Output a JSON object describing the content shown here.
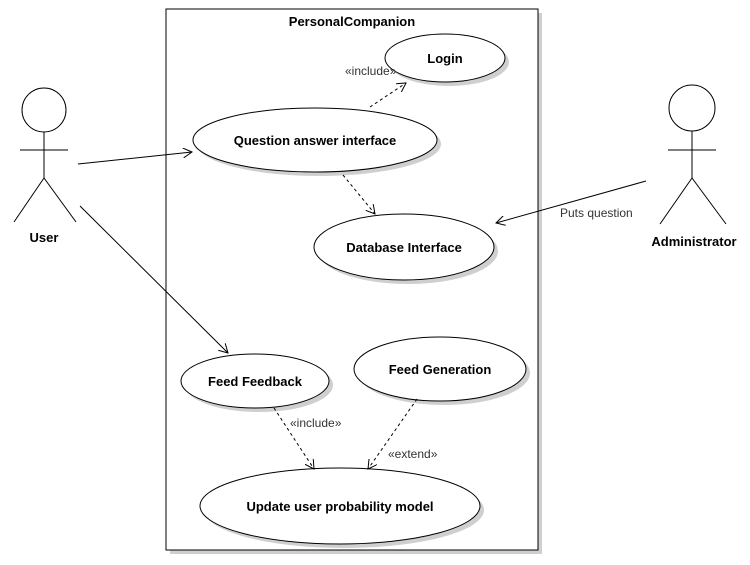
{
  "system": {
    "title": "PersonalCompanion"
  },
  "actors": {
    "user": "User",
    "administrator": "Administrator"
  },
  "use_cases": {
    "login": "Login",
    "question_answer_interface": "Question answer interface",
    "database_interface": "Database Interface",
    "feed_feedback": "Feed Feedback",
    "feed_generation": "Feed Generation",
    "update_user_probability_model": "Update user probability model"
  },
  "relationships": {
    "include_login": "«include»",
    "include_update": "«include»",
    "extend_update": "«extend»",
    "puts_question": "Puts question"
  },
  "colors": {
    "line": "#000000",
    "shadow": "#cfcfcf",
    "background": "#ffffff"
  }
}
